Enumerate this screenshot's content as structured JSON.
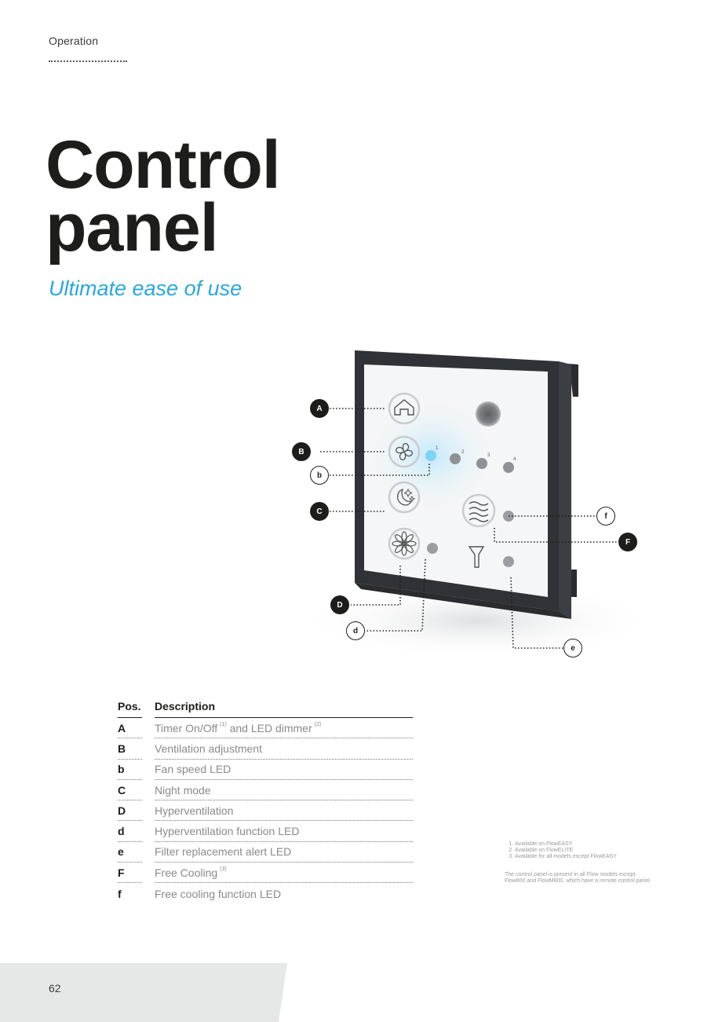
{
  "header": {
    "section": "Operation"
  },
  "title": {
    "line1": "Control",
    "line2": "panel",
    "subtitle": "Ultimate ease of use"
  },
  "figure": {
    "callouts": [
      {
        "id": "A",
        "style": "filled"
      },
      {
        "id": "B",
        "style": "filled"
      },
      {
        "id": "b",
        "style": "outline"
      },
      {
        "id": "C",
        "style": "filled"
      },
      {
        "id": "f",
        "style": "outline"
      },
      {
        "id": "F",
        "style": "filled"
      },
      {
        "id": "D",
        "style": "filled"
      },
      {
        "id": "d",
        "style": "outline"
      },
      {
        "id": "e",
        "style": "outline"
      }
    ],
    "speed_labels": [
      "1",
      "2",
      "3",
      "4"
    ],
    "icons": [
      "home-icon",
      "fan-icon",
      "night-mode-icon",
      "hyperventilation-icon",
      "free-cooling-icon",
      "filter-icon"
    ],
    "colors": {
      "led_active": "#7fd3f5",
      "frame": "#2f3236",
      "led_inactive": "#9a9ea3"
    }
  },
  "table": {
    "headers": {
      "pos": "Pos.",
      "description": "Description"
    },
    "rows": [
      {
        "pos": "A",
        "description": "Timer On/Off",
        "note1": "(1)",
        "description2": "and LED dimmer",
        "note2": "(2)"
      },
      {
        "pos": "B",
        "description": "Ventilation adjustment"
      },
      {
        "pos": "b",
        "description": "Fan speed LED"
      },
      {
        "pos": "C",
        "description": "Night mode"
      },
      {
        "pos": "D",
        "description": "Hyperventilation"
      },
      {
        "pos": "d",
        "description": "Hyperventilation function LED"
      },
      {
        "pos": "e",
        "description": "Filter replacement alert LED"
      },
      {
        "pos": "F",
        "description": "Free Cooling",
        "note1": "(3)"
      },
      {
        "pos": "f",
        "description": "Free cooling function LED"
      }
    ]
  },
  "notes": {
    "items": [
      "Available on FlowEASY",
      "Available on FlowELITE",
      "Available for all models except FlowEASY"
    ],
    "paragraph": "The control panel is present in all Flow models except Flow800 and FlowM800, which have a remote control panel."
  },
  "footer": {
    "page_number": "62",
    "accent_color": "#2aa7dd"
  }
}
